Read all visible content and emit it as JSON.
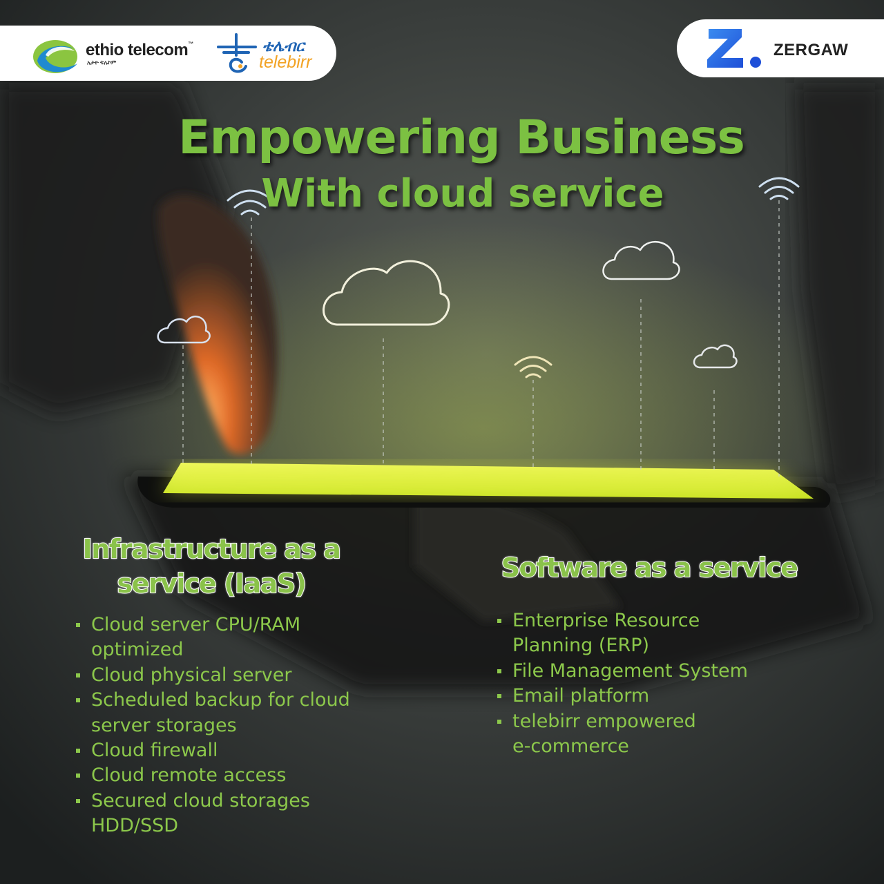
{
  "header": {
    "ethio_telecom": {
      "name": "ethio telecom",
      "tm": "™",
      "amharic": "ኢትዮ ቴሌኮም"
    },
    "telebirr": {
      "amharic": "ቴሌብር",
      "name": "telebirr"
    },
    "zergaw": {
      "name": "ZERGAW",
      "logo_letter": "Z."
    }
  },
  "headline": {
    "line1": "Empowering Business",
    "line2": "With cloud service"
  },
  "iaas": {
    "title_line1": "Infrastructure as a",
    "title_line2": "service (IaaS)",
    "items": [
      [
        "Cloud server CPU/RAM",
        "optimized"
      ],
      [
        "Cloud physical server"
      ],
      [
        "Scheduled backup for cloud",
        "server storages"
      ],
      [
        "Cloud firewall"
      ],
      [
        "Cloud remote access"
      ],
      [
        "Secured cloud storages",
        "HDD/SSD"
      ]
    ]
  },
  "saas": {
    "title": "Software as a service",
    "items": [
      [
        "Enterprise Resource",
        "Planning (ERP)"
      ],
      [
        "File Management System"
      ],
      [
        "Email platform"
      ],
      [
        "telebirr empowered",
        "e-commerce"
      ]
    ]
  },
  "colors": {
    "accent_green": "#7cc142",
    "list_green": "#8cc84b",
    "screen_glow": "#e8f542",
    "telebirr_blue": "#1f64b4",
    "telebirr_orange": "#f2a325",
    "zergaw_blue": "#2a6ae8"
  },
  "icons": [
    "cloud-icon",
    "wifi-icon",
    "finger-image",
    "phone-image"
  ]
}
